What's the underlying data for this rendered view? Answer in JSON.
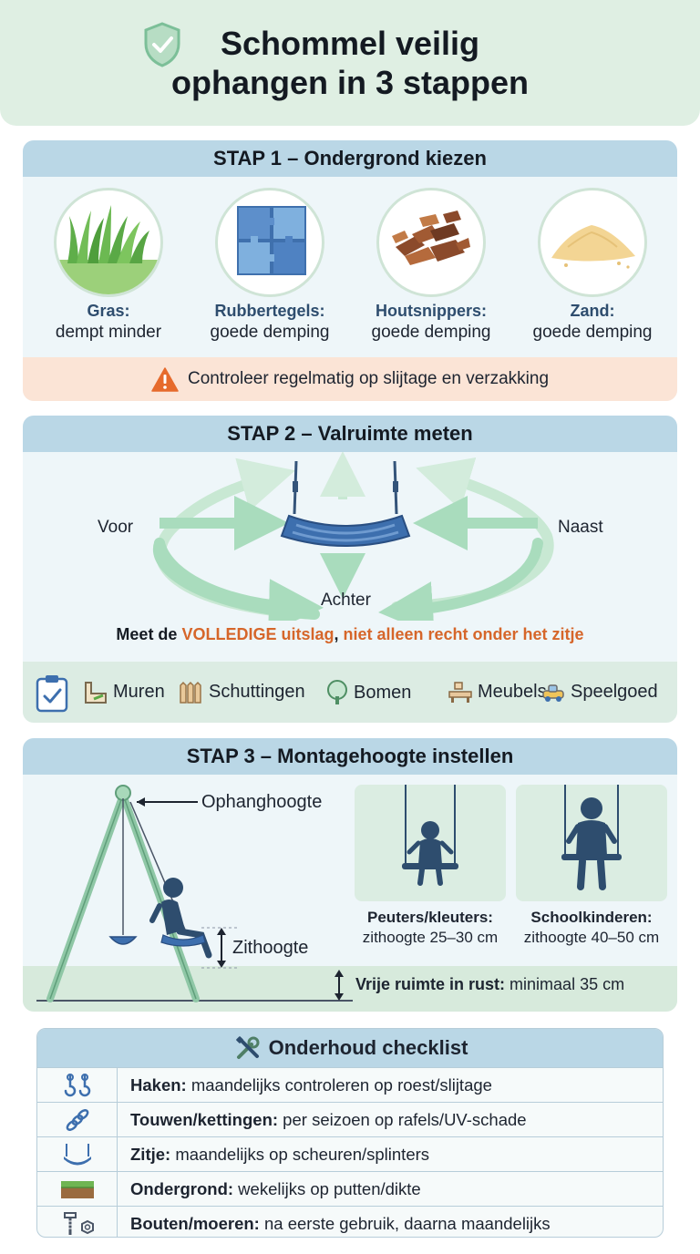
{
  "header": {
    "title_line1": "Schommel veilig",
    "title_line2": "ophangen in 3 stappen",
    "icon": "shield-check-icon"
  },
  "step1": {
    "title": "STAP 1 – Ondergrond kiezen",
    "surfaces": [
      {
        "name": "Gras:",
        "value": "dempt minder",
        "icon": "grass-icon"
      },
      {
        "name": "Rubbertegels:",
        "value": "goede demping",
        "icon": "rubber-tiles-icon"
      },
      {
        "name": "Houtsnippers:",
        "value": "goede demping",
        "icon": "wood-chips-icon"
      },
      {
        "name": "Zand:",
        "value": "goede demping",
        "icon": "sand-icon"
      }
    ],
    "warning": "Controleer regelmatig op slijtage en verzakking",
    "warning_icon": "warning-icon"
  },
  "step2": {
    "title": "STAP 2 – Valruimte meten",
    "labels": {
      "front": "Voor",
      "side": "Naast",
      "back": "Achter"
    },
    "measure_prefix": "Meet de ",
    "measure_highlight1": "VOLLEDIGE uitslag",
    "measure_middle": ", ",
    "measure_highlight2": "niet alleen recht onder het zitje",
    "obstacles": [
      {
        "label": "Muren",
        "icon": "wall-icon"
      },
      {
        "label": "Schuttingen",
        "icon": "fence-icon"
      },
      {
        "label": "Bomen",
        "icon": "tree-icon"
      },
      {
        "label": "Meubels",
        "icon": "furniture-icon"
      },
      {
        "label": "Speelgoed",
        "icon": "toy-icon"
      }
    ],
    "checklist_icon": "clipboard-check-icon"
  },
  "step3": {
    "title": "STAP 3 – Montagehoogte instellen",
    "hang_height": "Ophanghoogte",
    "seat_height": "Zithoogte",
    "groups": [
      {
        "name": "Peuters/kleuters:",
        "value": "zithoogte 25–30 cm"
      },
      {
        "name": "Schoolkinderen:",
        "value": "zithoogte 40–50 cm"
      }
    ],
    "clearance_label": "Vrije ruimte in rust:",
    "clearance_value": " minimaal 35 cm"
  },
  "checklist": {
    "title": "Onderhoud checklist",
    "icon": "tools-icon",
    "rows": [
      {
        "label": "Haken:",
        "text": " maandelijks controleren op roest/slijtage",
        "icon": "hooks-icon"
      },
      {
        "label": "Touwen/kettingen:",
        "text": " per seizoen op rafels/UV-schade",
        "icon": "chain-icon"
      },
      {
        "label": "Zitje:",
        "text": " maandelijks op scheuren/splinters",
        "icon": "seat-icon"
      },
      {
        "label": "Ondergrond:",
        "text": "  wekelijks op putten/dikte",
        "icon": "ground-icon"
      },
      {
        "label": "Bouten/moeren:",
        "text": " na eerste gebruik, daarna maandelijks",
        "icon": "bolt-nut-icon"
      }
    ]
  },
  "colors": {
    "header_bg": "#dfefe3",
    "bar_bg": "#bad7e6",
    "label_blue": "#2e4d6e",
    "highlight_orange": "#d6662a",
    "arrow_green": "#9fd4b2",
    "seat_blue": "#3d6fae"
  }
}
